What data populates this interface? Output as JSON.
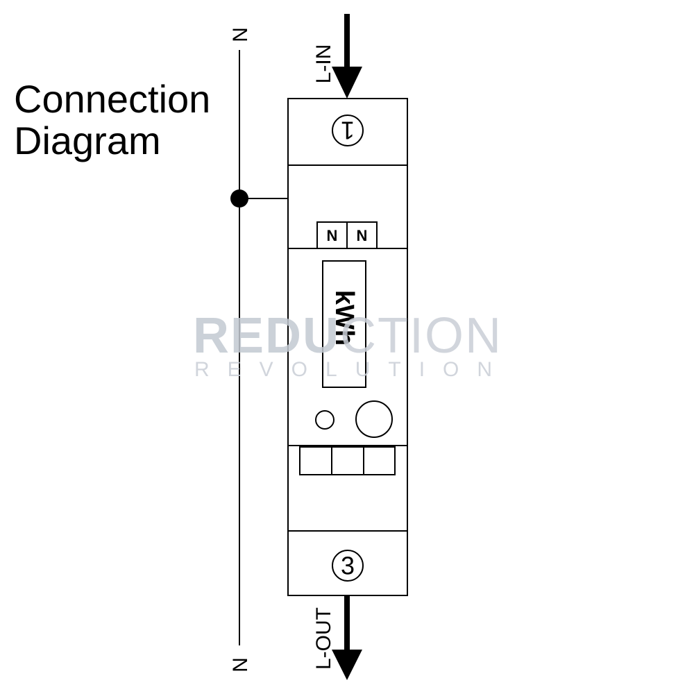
{
  "title": {
    "line1": "Connection",
    "line2": "Diagram"
  },
  "labels": {
    "neutral_top": "N",
    "neutral_bottom": "N",
    "line_in": "L-IN",
    "line_out": "L-OUT"
  },
  "meter": {
    "terminal_top": "1",
    "terminal_bottom": "3",
    "neutral_terminals": [
      "N",
      "N"
    ],
    "display_unit": "kWh"
  },
  "watermark": {
    "bold_part": "REDU",
    "light_part": "CTION",
    "sub": "REVOLUTION",
    "bold_color": "#c3c9d2",
    "light_color": "#c9ced6"
  },
  "colors": {
    "stroke": "#000000",
    "background": "#ffffff"
  }
}
